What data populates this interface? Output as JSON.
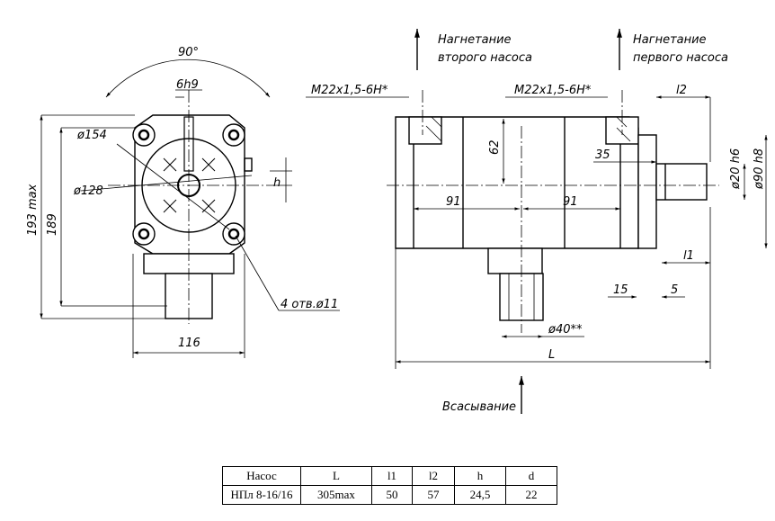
{
  "labels": {
    "angle": "90°",
    "key": "6h9",
    "d154": "ø154",
    "d128": "ø128",
    "h": "h",
    "h193": "193 max",
    "h189": "189",
    "w116": "116",
    "holes": "4 отв.ø11",
    "thread_left": "M22x1,5-6H*",
    "thread_right": "M22x1,5-6H*",
    "d62": "62",
    "d91a": "91",
    "d91b": "91",
    "d35": "35",
    "d15": "15",
    "d5": "5",
    "d40": "ø40**",
    "L": "L",
    "l1": "l1",
    "l2": "l2",
    "d20": "ø20 h6",
    "d90": "ø90 h8",
    "out2_line1": "Нагнетание",
    "out2_line2": "второго насоса",
    "out1_line1": "Нагнетание",
    "out1_line2": "первого насоса",
    "suction": "Всасывание"
  },
  "table": {
    "headers": [
      "Насос",
      "L",
      "l1",
      "l2",
      "h",
      "d"
    ],
    "row": [
      "НПл 8-16/16",
      "305max",
      "50",
      "57",
      "24,5",
      "22"
    ]
  }
}
